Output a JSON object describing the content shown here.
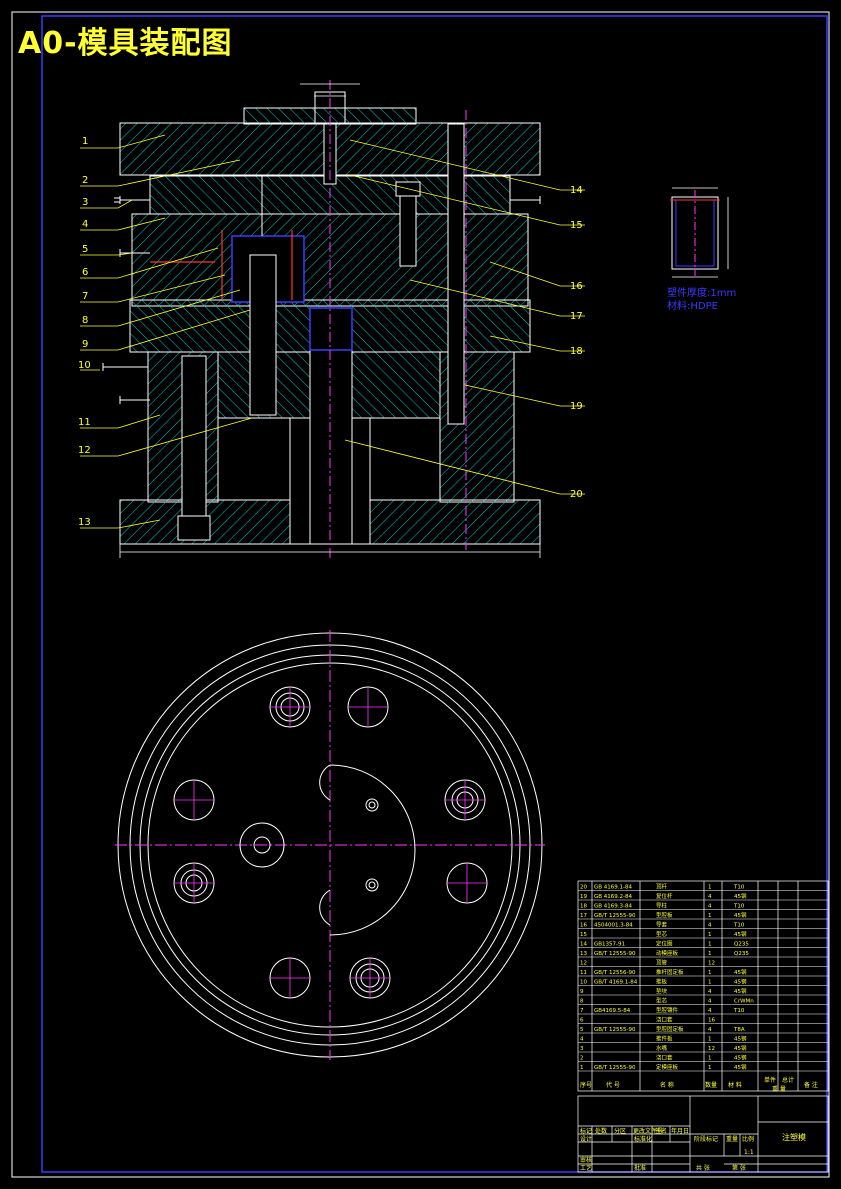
{
  "title": "A0-模具装配图",
  "colors": {
    "frame": "#3a3aff",
    "section": "#00c8c8",
    "line": "#ffffff",
    "leader": "#ffff33",
    "center": "#ff33ff",
    "blue": "#3a3aff",
    "red": "#ff3333",
    "title": "#ffff33"
  },
  "callouts_left": [
    "1",
    "2",
    "3",
    "4",
    "5",
    "6",
    "7",
    "8",
    "9",
    "10",
    "11",
    "12",
    "13"
  ],
  "callouts_right": [
    "14",
    "15",
    "16",
    "17",
    "18",
    "19",
    "20"
  ],
  "part_drawing": {
    "note1": "塑件厚度:1mm",
    "note2": "材料:HDPE"
  },
  "bom": {
    "rows": [
      {
        "no": "20",
        "code": "GB 4169.1-84",
        "name": "顶杆",
        "qty": "1",
        "mat": "T10"
      },
      {
        "no": "19",
        "code": "GB 4169.2-84",
        "name": "复位杆",
        "qty": "4",
        "mat": "45钢"
      },
      {
        "no": "18",
        "code": "GB 4169.3-84",
        "name": "导柱",
        "qty": "4",
        "mat": "T10"
      },
      {
        "no": "17",
        "code": "GB/T 12555-90",
        "name": "型腔板",
        "qty": "1",
        "mat": "45钢"
      },
      {
        "no": "16",
        "code": "4504001.3-84",
        "name": "导套",
        "qty": "4",
        "mat": "T10"
      },
      {
        "no": "15",
        "code": "",
        "name": "型芯",
        "qty": "1",
        "mat": "45钢"
      },
      {
        "no": "14",
        "code": "GB1357-91",
        "name": "定位圈",
        "qty": "1",
        "mat": "Q235"
      },
      {
        "no": "13",
        "code": "GB/T 12555-90",
        "name": "动模座板",
        "qty": "1",
        "mat": "Q235"
      },
      {
        "no": "12",
        "code": "",
        "name": "顶管",
        "qty": "12",
        "mat": ""
      },
      {
        "no": "11",
        "code": "GB/T 12556-90",
        "name": "推杆固定板",
        "qty": "1",
        "mat": "45钢"
      },
      {
        "no": "10",
        "code": "GB/T 4169.1-84",
        "name": "推板",
        "qty": "1",
        "mat": "45钢"
      },
      {
        "no": "9",
        "code": "",
        "name": "垫块",
        "qty": "4",
        "mat": "45钢"
      },
      {
        "no": "8",
        "code": "",
        "name": "型芯",
        "qty": "4",
        "mat": "CrWMn"
      },
      {
        "no": "7",
        "code": "GB4169.5-84",
        "name": "型腔镶件",
        "qty": "4",
        "mat": "T10"
      },
      {
        "no": "6",
        "code": "",
        "name": "浇口套",
        "qty": "16",
        "mat": ""
      },
      {
        "no": "5",
        "code": "GB/T 12555-90",
        "name": "型腔固定板",
        "qty": "4",
        "mat": "T8A"
      },
      {
        "no": "4",
        "code": "",
        "name": "推件板",
        "qty": "1",
        "mat": "45钢"
      },
      {
        "no": "3",
        "code": "",
        "name": "水嘴",
        "qty": "12",
        "mat": "45钢"
      },
      {
        "no": "2",
        "code": "",
        "name": "浇口套",
        "qty": "1",
        "mat": "45钢"
      },
      {
        "no": "1",
        "code": "GB/T 12555-90",
        "name": "定模座板",
        "qty": "1",
        "mat": "45钢"
      }
    ],
    "header": {
      "no": "序号",
      "code": "代 号",
      "name": "名 称",
      "qty": "数量",
      "mat": "材 料",
      "unit": "单件",
      "total": "总计",
      "weight": "重 量",
      "remark": "备 注"
    },
    "title_block": {
      "name": "注塑模",
      "scale": "1:1",
      "mark": "标记",
      "count": "处数",
      "zone": "分区",
      "change_no": "更改文件号",
      "sign": "签名",
      "date": "年月日",
      "designer": "设计",
      "standard": "标准化",
      "stage_mark": "阶段标记",
      "weight": "重量",
      "ratio": "比例",
      "review": "审核",
      "process": "工艺",
      "approve": "批准",
      "sheets": "共 张",
      "sheet": "第 张"
    }
  }
}
